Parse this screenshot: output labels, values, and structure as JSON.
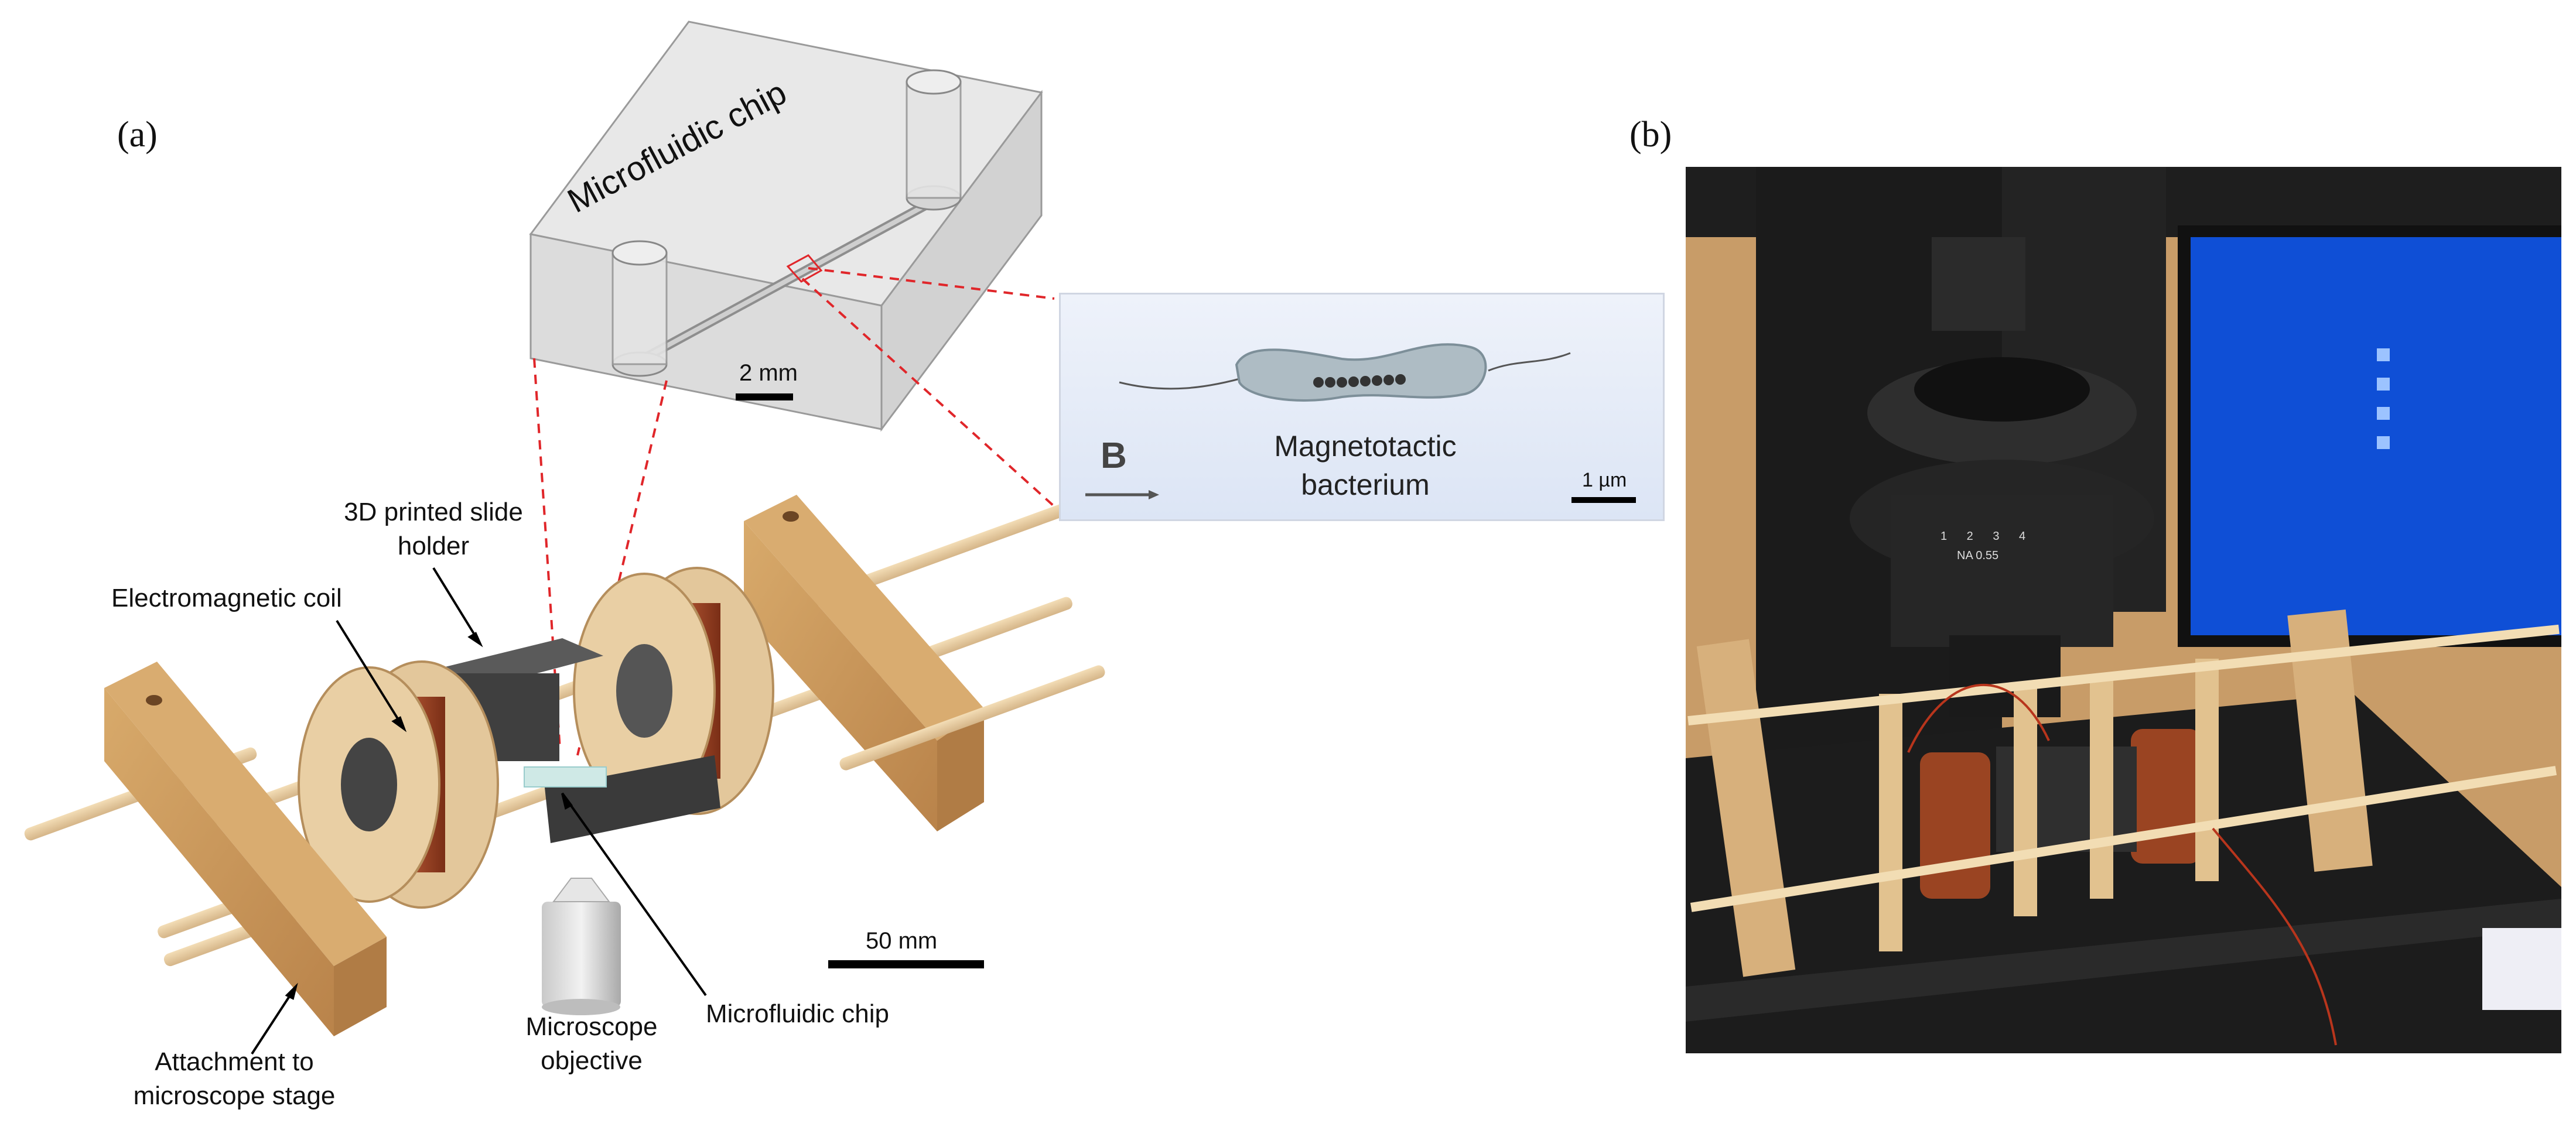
{
  "panels": {
    "a_label": "(a)",
    "b_label": "(b)"
  },
  "chip_title": "Microfluidic chip",
  "inset": {
    "title_line1": "Magnetotactic",
    "title_line2": "bacterium",
    "field_label": "B",
    "scale_label": "1 µm"
  },
  "scale_bars": {
    "chip": "2 mm",
    "setup": "50 mm"
  },
  "callouts": {
    "slide_holder_line1": "3D printed slide",
    "slide_holder_line2": "holder",
    "coil": "Electromagnetic coil",
    "attachment_line1": "Attachment to",
    "attachment_line2": "microscope stage",
    "objective_line1": "Microscope",
    "objective_line2": "objective",
    "chip_callout": "Microfluidic chip"
  },
  "photo": {
    "objective_na": "NA 0.55",
    "objective_scale": "1 2 3 4"
  },
  "colors": {
    "wood": "#C9995C",
    "wood_dark": "#A8763F",
    "copper": "#A0482A",
    "holder": "#4A4A4A",
    "monitor_screen": "#0F4FD6",
    "dashed_red": "#E0262A"
  }
}
